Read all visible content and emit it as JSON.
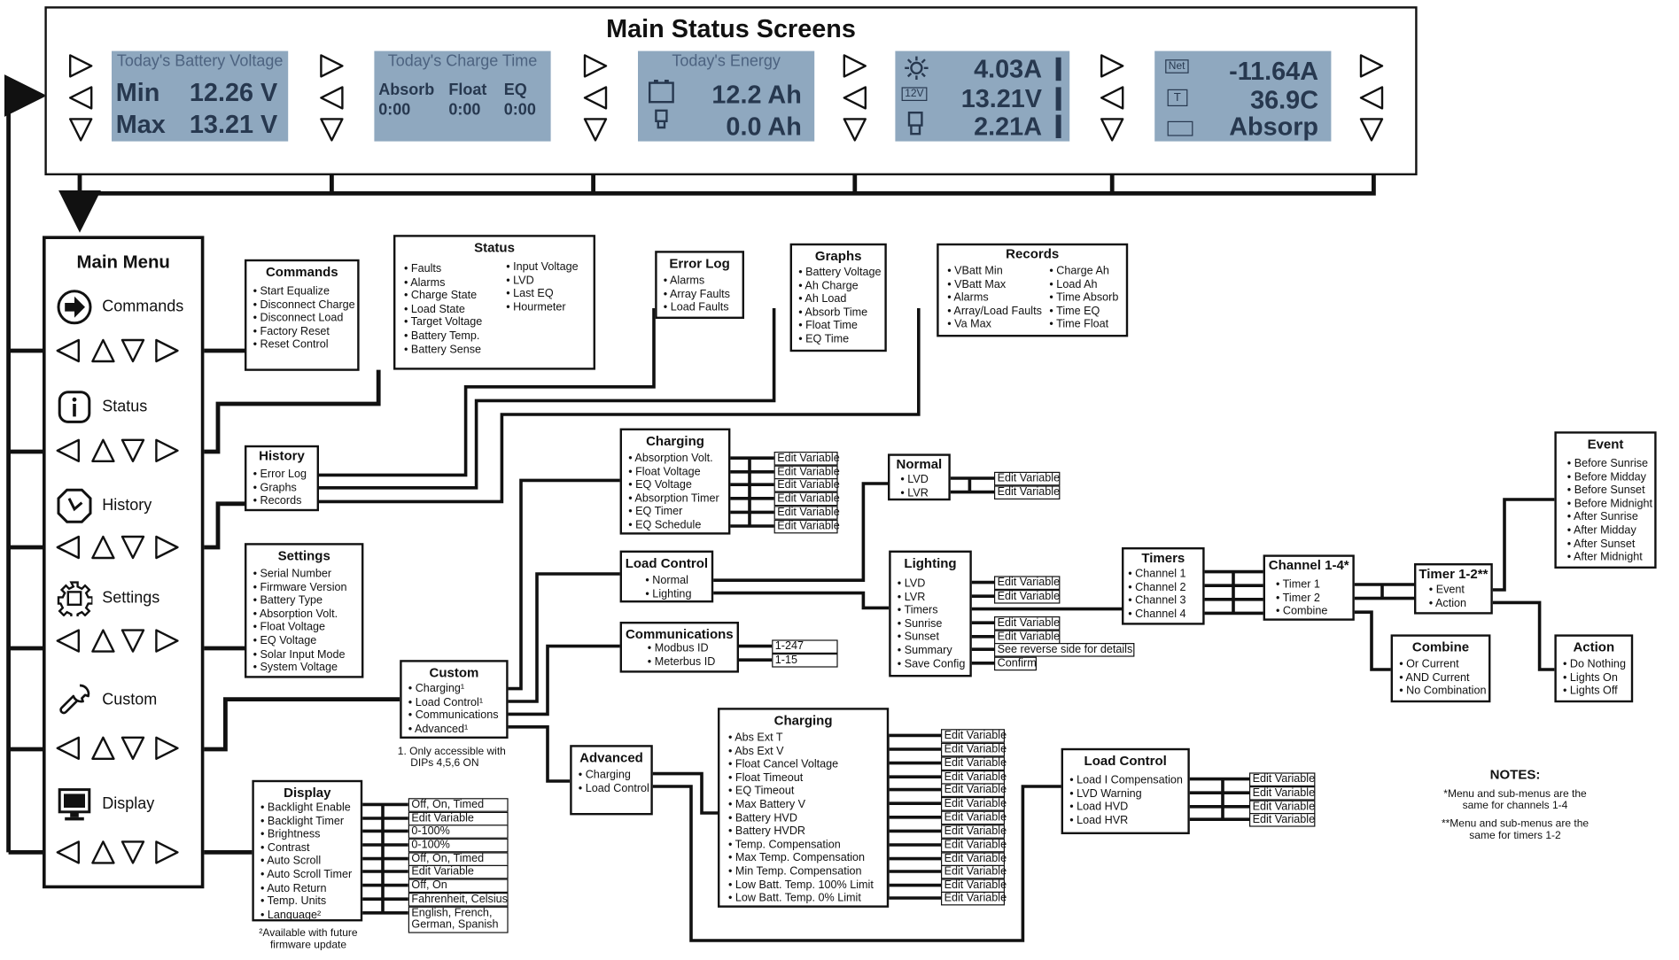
{
  "header": {
    "title": "Main Status Screens"
  },
  "screens": {
    "s1": {
      "title": "Today's Battery Voltage",
      "row1_label": "Min",
      "row1_value": "12.26 V",
      "row2_label": "Max",
      "row2_value": "13.21 V"
    },
    "s2": {
      "title": "Today's Charge Time",
      "cols": [
        "Absorb",
        "Float",
        "EQ"
      ],
      "vals": [
        "0:00",
        "0:00",
        "0:00"
      ]
    },
    "s3": {
      "title": "Today's Energy",
      "row1": "12.2 Ah",
      "row2": "0.0 Ah"
    },
    "s4": {
      "row1": "4.03A",
      "badge": "12V",
      "row2": "13.21V",
      "row3": "2.21A"
    },
    "s5": {
      "badge1": "Net",
      "row1": "-11.64A",
      "badge2": "T",
      "row2": "36.9C",
      "row3": "Absorp"
    }
  },
  "main_menu": {
    "title": "Main Menu",
    "items": [
      {
        "label": "Commands",
        "icon": "arrow-right-circle-icon"
      },
      {
        "label": "Status",
        "icon": "info-icon"
      },
      {
        "label": "History",
        "icon": "clock-icon"
      },
      {
        "label": "Settings",
        "icon": "gear-icon"
      },
      {
        "label": "Custom",
        "icon": "wrench-icon"
      },
      {
        "label": "Display",
        "icon": "monitor-icon"
      }
    ]
  },
  "commands": {
    "title": "Commands",
    "items": [
      "• Start Equalize",
      "• Disconnect Charge",
      "• Disconnect Load",
      "• Factory Reset",
      "• Reset Control"
    ]
  },
  "status": {
    "title": "Status",
    "col1": [
      "• Faults",
      "• Alarms",
      "• Charge State",
      "• Load State",
      "• Target Voltage",
      "• Battery Temp.",
      "• Battery Sense"
    ],
    "col2": [
      "• Input Voltage",
      "• LVD",
      "• Last EQ",
      "• Hourmeter"
    ]
  },
  "error_log": {
    "title": "Error Log",
    "items": [
      "• Alarms",
      "• Array Faults",
      "• Load Faults"
    ]
  },
  "graphs": {
    "title": "Graphs",
    "items": [
      "• Battery Voltage",
      "• Ah Charge",
      "• Ah Load",
      "• Absorb Time",
      "• Float Time",
      "• EQ Time"
    ]
  },
  "records": {
    "title": "Records",
    "col1": [
      "• VBatt Min",
      "• VBatt Max",
      "• Alarms",
      "• Array/Load Faults",
      "• Va Max"
    ],
    "col2": [
      "• Charge Ah",
      "• Load Ah",
      "• Time Absorb",
      "• Time EQ",
      "• Time Float"
    ]
  },
  "history": {
    "title": "History",
    "items": [
      "• Error Log",
      "• Graphs",
      "• Records"
    ]
  },
  "settings": {
    "title": "Settings",
    "items": [
      "• Serial Number",
      "• Firmware Version",
      "• Battery Type",
      "• Absorption Volt.",
      "• Float Voltage",
      "• EQ Voltage",
      "• Solar Input Mode",
      "• System Voltage"
    ]
  },
  "custom": {
    "title": "Custom",
    "items": [
      "• Charging¹",
      "• Load Control¹",
      "• Communications",
      "• Advanced¹"
    ],
    "footnote1": "1. Only accessible with",
    "footnote2": "DIPs 4,5,6 ON"
  },
  "charging1": {
    "title": "Charging",
    "items": [
      "• Absorption Volt.",
      "• Float Voltage",
      "• EQ Voltage",
      "• Absorption Timer",
      "• EQ Timer",
      "• EQ Schedule"
    ],
    "action": "Edit Variable"
  },
  "load_control1": {
    "title": "Load Control",
    "items": [
      "• Normal",
      "• Lighting"
    ]
  },
  "communications": {
    "title": "Communications",
    "items": [
      "• Modbus ID",
      "• Meterbus ID"
    ],
    "values": [
      "1-247",
      "1-15"
    ]
  },
  "normal": {
    "title": "Normal",
    "items": [
      "• LVD",
      "• LVR"
    ],
    "action": "Edit Variable"
  },
  "lighting": {
    "title": "Lighting",
    "items": [
      "• LVD",
      "• LVR",
      "• Timers",
      "• Sunrise",
      "• Sunset",
      "• Summary",
      "• Save Config"
    ],
    "values": [
      "Edit Variable",
      "Edit Variable",
      "",
      "Edit Variable",
      "Edit Variable",
      "See reverse side for details",
      "Confirm"
    ]
  },
  "timers": {
    "title": "Timers",
    "items": [
      "• Channel 1",
      "• Channel 2",
      "• Channel 3",
      "• Channel 4"
    ]
  },
  "channel": {
    "title": "Channel 1-4*",
    "items": [
      "• Timer 1",
      "• Timer 2",
      "• Combine"
    ]
  },
  "timer": {
    "title": "Timer 1-2**",
    "items": [
      "• Event",
      "• Action"
    ]
  },
  "event": {
    "title": "Event",
    "items": [
      "• Before Sunrise",
      "• Before Midday",
      "• Before Sunset",
      "• Before Midnight",
      "• After Sunrise",
      "• After Midday",
      "• After Sunset",
      "• After Midnight"
    ]
  },
  "combine": {
    "title": "Combine",
    "items": [
      "• Or Current",
      "• AND Current",
      "• No Combination"
    ]
  },
  "action": {
    "title": "Action",
    "items": [
      "• Do Nothing",
      "• Lights On",
      "• Lights Off"
    ]
  },
  "advanced": {
    "title": "Advanced",
    "items": [
      "• Charging",
      "• Load Control"
    ]
  },
  "charging2": {
    "title": "Charging",
    "items": [
      "• Abs Ext T",
      "• Abs Ext V",
      "• Float Cancel Voltage",
      "• Float Timeout",
      "• EQ Timeout",
      "• Max Battery V",
      "• Battery HVD",
      "• Battery HVDR",
      "• Temp. Compensation",
      "• Max Temp. Compensation",
      "• Min Temp. Compensation",
      "• Low Batt. Temp. 100% Limit",
      "• Low Batt. Temp. 0% Limit"
    ],
    "action": "Edit Variable"
  },
  "load_control2": {
    "title": "Load Control",
    "items": [
      "• Load I Compensation",
      "• LVD Warning",
      "• Load HVD",
      "• Load HVR"
    ],
    "action": "Edit Variable"
  },
  "display": {
    "title": "Display",
    "items": [
      "• Backlight Enable",
      "• Backlight Timer",
      "• Brightness",
      "• Contrast",
      "• Auto Scroll",
      "• Auto Scroll Timer",
      "• Auto Return",
      "• Temp. Units",
      "• Language²"
    ],
    "values": [
      "Off, On, Timed",
      "Edit Variable",
      "0-100%",
      "0-100%",
      "Off, On, Timed",
      "Edit Variable",
      "Off, On",
      "Fahrenheit, Celsius",
      "English, French,\nGerman, Spanish"
    ],
    "footnote1": "²Available with future",
    "footnote2": "firmware update"
  },
  "notes": {
    "title": "NOTES:",
    "n1a": "*Menu and sub-menus are the",
    "n1b": "same for channels 1-4",
    "n2a": "**Menu and sub-menus are the",
    "n2b": "same for timers 1-2"
  }
}
